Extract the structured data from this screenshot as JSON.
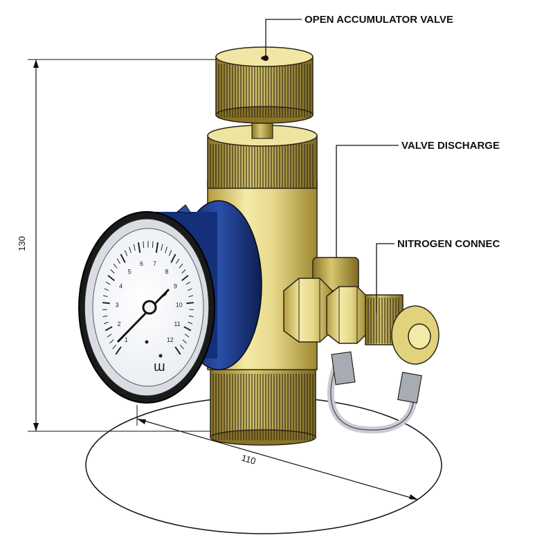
{
  "labels": {
    "open_valve": "OPEN ACCUMULATOR VALVE",
    "valve_discharge": "VALVE DISCHARGE",
    "nitrogen": "NITROGEN CONNEC"
  },
  "dimensions": {
    "height": "130",
    "base": "110"
  },
  "gauge_numbers": [
    "1",
    "2",
    "3",
    "4",
    "5",
    "6",
    "7",
    "8",
    "9",
    "10",
    "11",
    "12"
  ],
  "colors": {
    "brass": "#e7d98a",
    "brass_dark": "#b59d3c",
    "gauge_body": "#1f3c8c",
    "rim": "#1a1a1a",
    "ink": "#111111"
  }
}
